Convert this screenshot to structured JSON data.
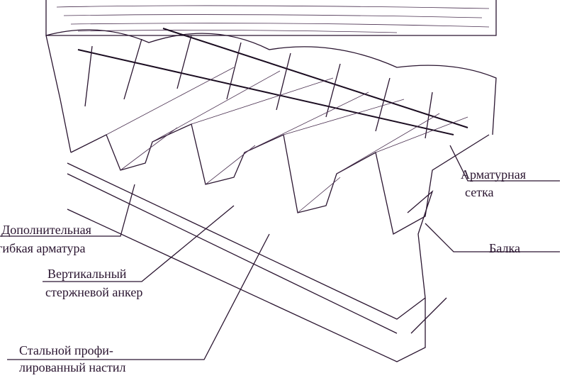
{
  "labels": {
    "mesh": [
      "Арматурная",
      "сетка"
    ],
    "beam": "Балка",
    "extra_rebar": [
      "Дополнительная",
      "гибкая арматура"
    ],
    "anchor": [
      "Вертикальный",
      "стержневой анкер"
    ],
    "deck": [
      "Стальной профи-",
      "лированный настил"
    ]
  },
  "colors": {
    "ink": "#2a1530",
    "background": "#ffffff"
  }
}
